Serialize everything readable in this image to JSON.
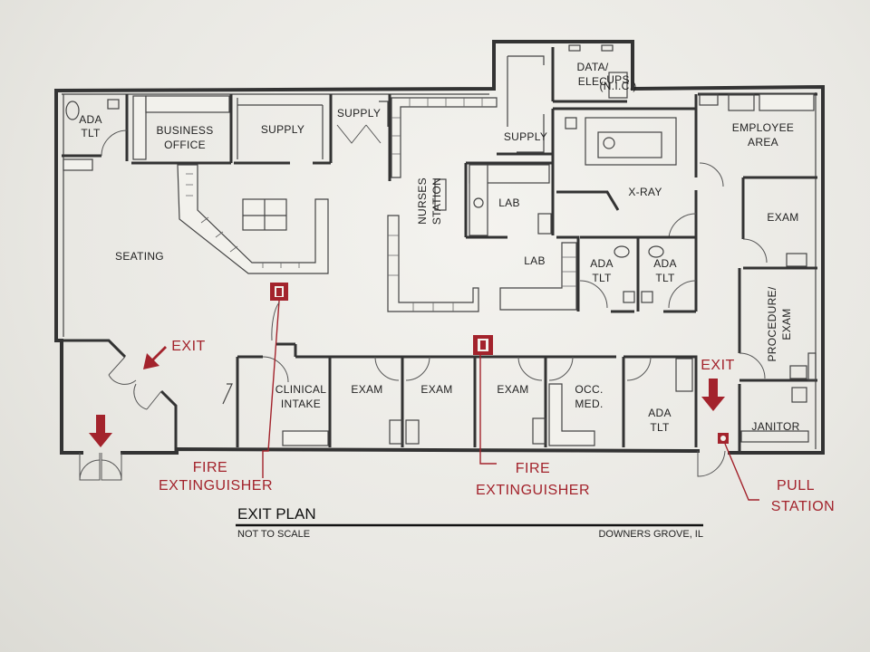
{
  "title": "EXIT PLAN",
  "subtitle": "NOT TO SCALE",
  "location": "DOWNERS GROVE, IL",
  "rooms": {
    "ada_tlt_1": [
      "ADA",
      "TLT"
    ],
    "business_office": [
      "BUSINESS",
      "OFFICE"
    ],
    "supply_1": "SUPPLY",
    "supply_2": "SUPPLY",
    "data_elec": [
      "DATA/",
      "ELEC"
    ],
    "ups": [
      "UPS",
      "(N.I.C.)"
    ],
    "supply_3": "SUPPLY",
    "employee_area": [
      "EMPLOYEE",
      "AREA"
    ],
    "nurses_station": [
      "NURSES",
      "STATION"
    ],
    "lab_1": "LAB",
    "lab_2": "LAB",
    "xray": "X-RAY",
    "exam_right": "EXAM",
    "seating": "SEATING",
    "ada_tlt_2": [
      "ADA",
      "TLT"
    ],
    "ada_tlt_3": [
      "ADA",
      "TLT"
    ],
    "procedure_exam": [
      "PROCEDURE/",
      "EXAM"
    ],
    "clinical_intake": [
      "CLINICAL",
      "INTAKE"
    ],
    "exam_1": "EXAM",
    "exam_2": "EXAM",
    "exam_3": "EXAM",
    "occ_med": [
      "OCC.",
      "MED."
    ],
    "ada_tlt_4": [
      "ADA",
      "TLT"
    ],
    "janitor": "JANITOR"
  },
  "callouts": {
    "exit_left": "EXIT",
    "exit_right": "EXIT",
    "fire_ext_1": [
      "FIRE",
      "EXTINGUISHER"
    ],
    "fire_ext_2": [
      "FIRE",
      "EXTINGUISHER"
    ],
    "pull_station": [
      "PULL",
      "STATION"
    ]
  },
  "colors": {
    "accent_red": "#a3232c",
    "wall": "#333333"
  }
}
